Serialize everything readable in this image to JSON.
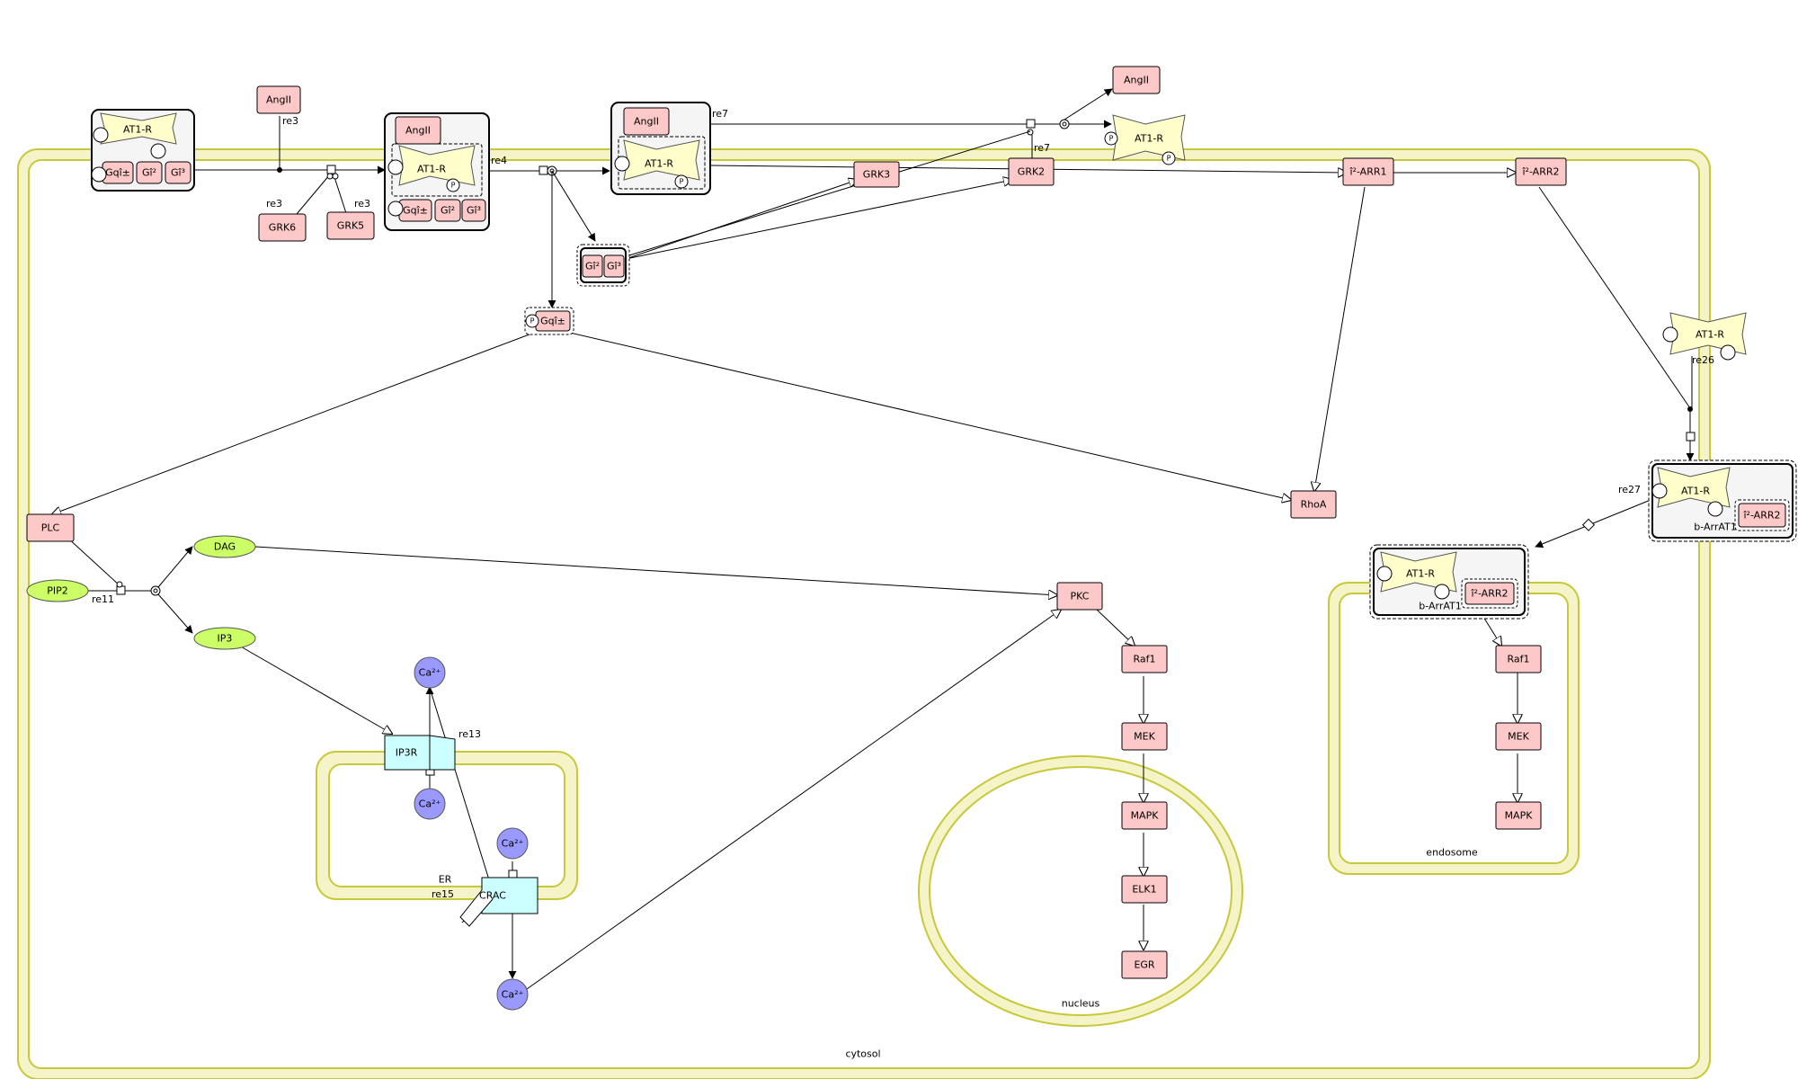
{
  "compartments": {
    "cytosol": "cytosol",
    "er": "ER",
    "nucleus": "nucleus",
    "endosome": "endosome",
    "complex_label": "b-ArrAT1"
  },
  "species": {
    "at1r": "AT1-R",
    "angii": "AngII",
    "gq_alpha": "Gqî±",
    "g_beta": "Gî²",
    "g_gamma": "Gî³",
    "grk6": "GRK6",
    "grk5": "GRK5",
    "grk3": "GRK3",
    "grk2": "GRK2",
    "b_arr1": "î²-ARR1",
    "b_arr2": "î²-ARR2",
    "plc": "PLC",
    "pip2": "PIP2",
    "dag": "DAG",
    "ip3": "IP3",
    "ip3r": "IP3R",
    "crac": "CRAC",
    "ca": "Ca²⁺",
    "pkc": "PKC",
    "raf1": "Raf1",
    "mek": "MEK",
    "mapk": "MAPK",
    "elk1": "ELK1",
    "egr": "EGR",
    "rhoa": "RhoA",
    "phospho": "P"
  },
  "reactions": {
    "re3": "re3",
    "re4": "re4",
    "re7": "re7",
    "re11": "re11",
    "re13": "re13",
    "re15": "re15",
    "re26": "re26",
    "re27": "re27"
  }
}
